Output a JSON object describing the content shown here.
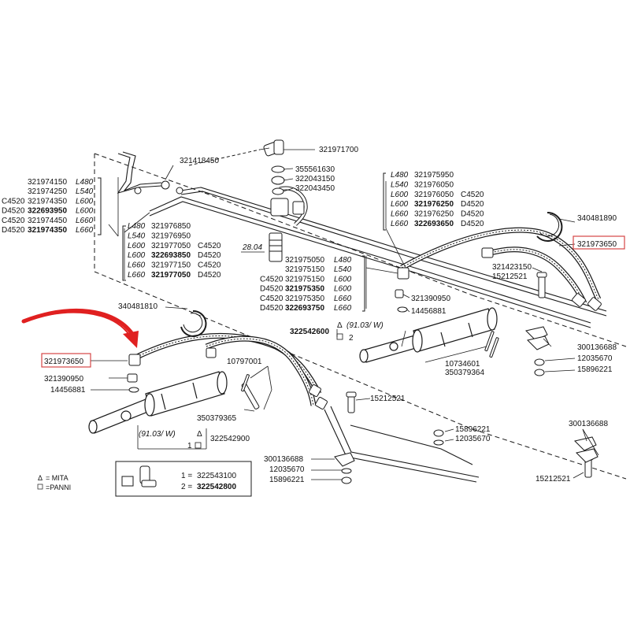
{
  "colors": {
    "line": "#1a1a1a",
    "highlight": "#d64545",
    "arrow": "#e02020",
    "background": "#ffffff"
  },
  "icons": [
    "red-arrow-icon",
    "delta-triangle-icon",
    "square-bracket-icon"
  ],
  "top": {
    "pipe_top_left": "321418450",
    "banjo_top": "321971700",
    "washer": "355561630",
    "valve_a": "322043150",
    "valve_b": "322043450",
    "clamp_ring_right": "340481890",
    "hose_right_highlight": "321973650",
    "hose_right_part": "321423150",
    "washer_right": "15212521",
    "fitting_right": "321390950",
    "seal_right": "14456881",
    "section_ref": "28.04"
  },
  "left_table": {
    "rows": [
      {
        "prefix": "",
        "code": "321974150",
        "model": "L480",
        "bold": false
      },
      {
        "prefix": "",
        "code": "321974250",
        "model": "L540",
        "bold": false
      },
      {
        "prefix": "C4520",
        "code": "321974350",
        "model": "L600",
        "bold": false
      },
      {
        "prefix": "D4520",
        "code": "322693950",
        "model": "L600",
        "bold": true
      },
      {
        "prefix": "C4520",
        "code": "321974450",
        "model": "L660",
        "bold": false
      },
      {
        "prefix": "D4520",
        "code": "321974350",
        "model": "L660",
        "bold": true
      }
    ]
  },
  "mid_table": {
    "rows": [
      {
        "model": "L480",
        "code": "321976850",
        "suffix": "",
        "bold": false
      },
      {
        "model": "L540",
        "code": "321976950",
        "suffix": "",
        "bold": false
      },
      {
        "model": "L600",
        "code": "321977050",
        "suffix": "C4520",
        "bold": false
      },
      {
        "model": "L600",
        "code": "322693850",
        "suffix": "D4520",
        "bold": true
      },
      {
        "model": "L660",
        "code": "321977150",
        "suffix": "C4520",
        "bold": false
      },
      {
        "model": "L660",
        "code": "321977050",
        "suffix": "D4520",
        "bold": true
      }
    ]
  },
  "right_table": {
    "rows": [
      {
        "model": "L480",
        "code": "321975950",
        "suffix": "",
        "bold": false
      },
      {
        "model": "L540",
        "code": "321976050",
        "suffix": "",
        "bold": false
      },
      {
        "model": "L600",
        "code": "321976050",
        "suffix": "C4520",
        "bold": false
      },
      {
        "model": "L600",
        "code": "321976250",
        "suffix": "D4520",
        "bold": true
      },
      {
        "model": "L660",
        "code": "321976250",
        "suffix": "D4520",
        "bold": false
      },
      {
        "model": "L660",
        "code": "322693650",
        "suffix": "D4520",
        "bold": true
      }
    ]
  },
  "center_table": {
    "rows": [
      {
        "prefix": "",
        "code": "321975050",
        "model": "L480",
        "bold": false
      },
      {
        "prefix": "",
        "code": "321975150",
        "model": "L540",
        "bold": false
      },
      {
        "prefix": "C4520",
        "code": "321975150",
        "model": "L600",
        "bold": false
      },
      {
        "prefix": "D4520",
        "code": "321975350",
        "model": "L600",
        "bold": true
      },
      {
        "prefix": "C4520",
        "code": "321975350",
        "model": "L660",
        "bold": false
      },
      {
        "prefix": "D4520",
        "code": "322693750",
        "model": "L660",
        "bold": true
      }
    ]
  },
  "right_cylinder": {
    "assembly": "322542600",
    "variant_tag": "(91.03/ W)",
    "variant_number": "2",
    "pin_a": "10734601",
    "pin_b": "350379364",
    "bracket": "300136688",
    "washer_a": "12035670",
    "washer_b": "15896221"
  },
  "left_side": {
    "clamp_ring": "340481810",
    "hose_left_highlight": "321973650",
    "fitting_left": "321390950",
    "seal_left": "14456881",
    "pin_top": "10797001",
    "pin_bottom": "350379365",
    "assembly": "322542900",
    "variant_tag": "(91.03/ W)",
    "variant_number": "1"
  },
  "bottom_parts": {
    "bolt": "15212521",
    "washer_b": "15896221",
    "washer_a": "12035670",
    "bracket_left": "300136688",
    "washer_a_left": "12035670",
    "washer_b_left": "15896221",
    "bracket_right": "300136688",
    "bolt_right": "15212521"
  },
  "legend": {
    "mita": "= MITA",
    "panni": "=PANNI",
    "option1_num": "1 =",
    "option1_code": "322543100",
    "option2_num": "2 =",
    "option2_code": "322542800"
  }
}
